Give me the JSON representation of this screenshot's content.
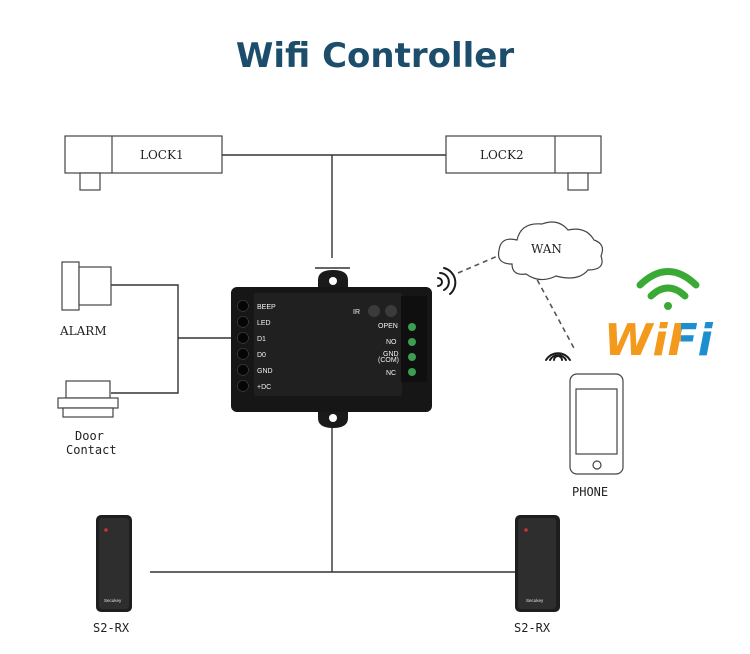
{
  "title": "Wifi Controller",
  "lock1": "LOCK1",
  "lock2": "LOCK2",
  "alarm": "ALARM",
  "door_line1": "Door",
  "door_line2": "Contact",
  "wan": "WAN",
  "phone": "PHONE",
  "wifi_logo": "WiFi",
  "reader_left": "S2-RX",
  "reader_right": "S2-RX",
  "reader_brand": "Secukey",
  "controller": {
    "left_pins": [
      "BEEP",
      "LED",
      "D1",
      "D0",
      "GND",
      "+DC"
    ],
    "ir": "IR",
    "right_pins": [
      "OPEN",
      "NO",
      "GND",
      "(COM)",
      "NC"
    ]
  },
  "colors": {
    "title": "#1c4e6b",
    "wifi_green": "#3aaa35",
    "wifi_orange": "#f39a1c",
    "wifi_blue": "#1d8fd1",
    "device": "#161616"
  }
}
